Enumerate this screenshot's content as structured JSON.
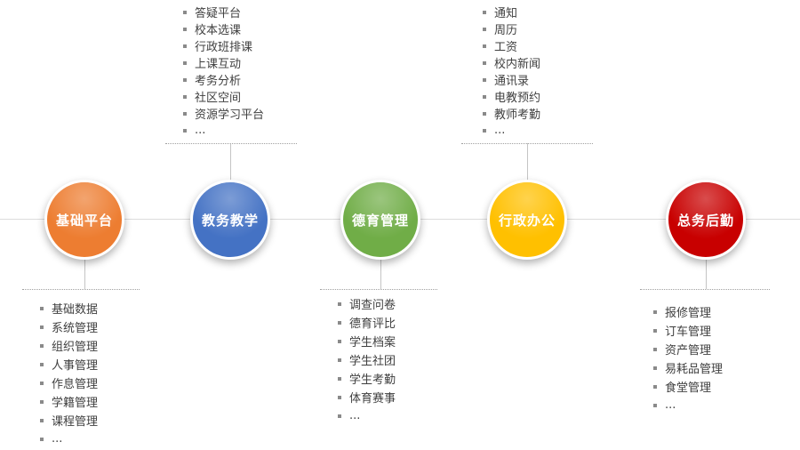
{
  "diagram": {
    "nodes": [
      {
        "label": "基础平台",
        "color": "#ED7D31",
        "items": [
          "基础数据",
          "系统管理",
          "组织管理",
          "人事管理",
          "作息管理",
          "学籍管理",
          "课程管理",
          "..."
        ]
      },
      {
        "label": "教务教学",
        "color": "#4472C4",
        "items": [
          "答疑平台",
          "校本选课",
          "行政班排课",
          "上课互动",
          "考务分析",
          "社区空间",
          "资源学习平台",
          "..."
        ]
      },
      {
        "label": "德育管理",
        "color": "#70AD47",
        "items": [
          "调查问卷",
          "德育评比",
          "学生档案",
          "学生社团",
          "学生考勤",
          "体育赛事",
          "..."
        ]
      },
      {
        "label": "行政办公",
        "color": "#FFC000",
        "items": [
          "通知",
          "周历",
          "工资",
          "校内新闻",
          "通讯录",
          "电教预约",
          "教师考勤",
          "..."
        ]
      },
      {
        "label": "总务后勤",
        "color": "#C80000",
        "items": [
          "报修管理",
          "订车管理",
          "资产管理",
          "易耗品管理",
          "食堂管理",
          "..."
        ]
      }
    ]
  }
}
